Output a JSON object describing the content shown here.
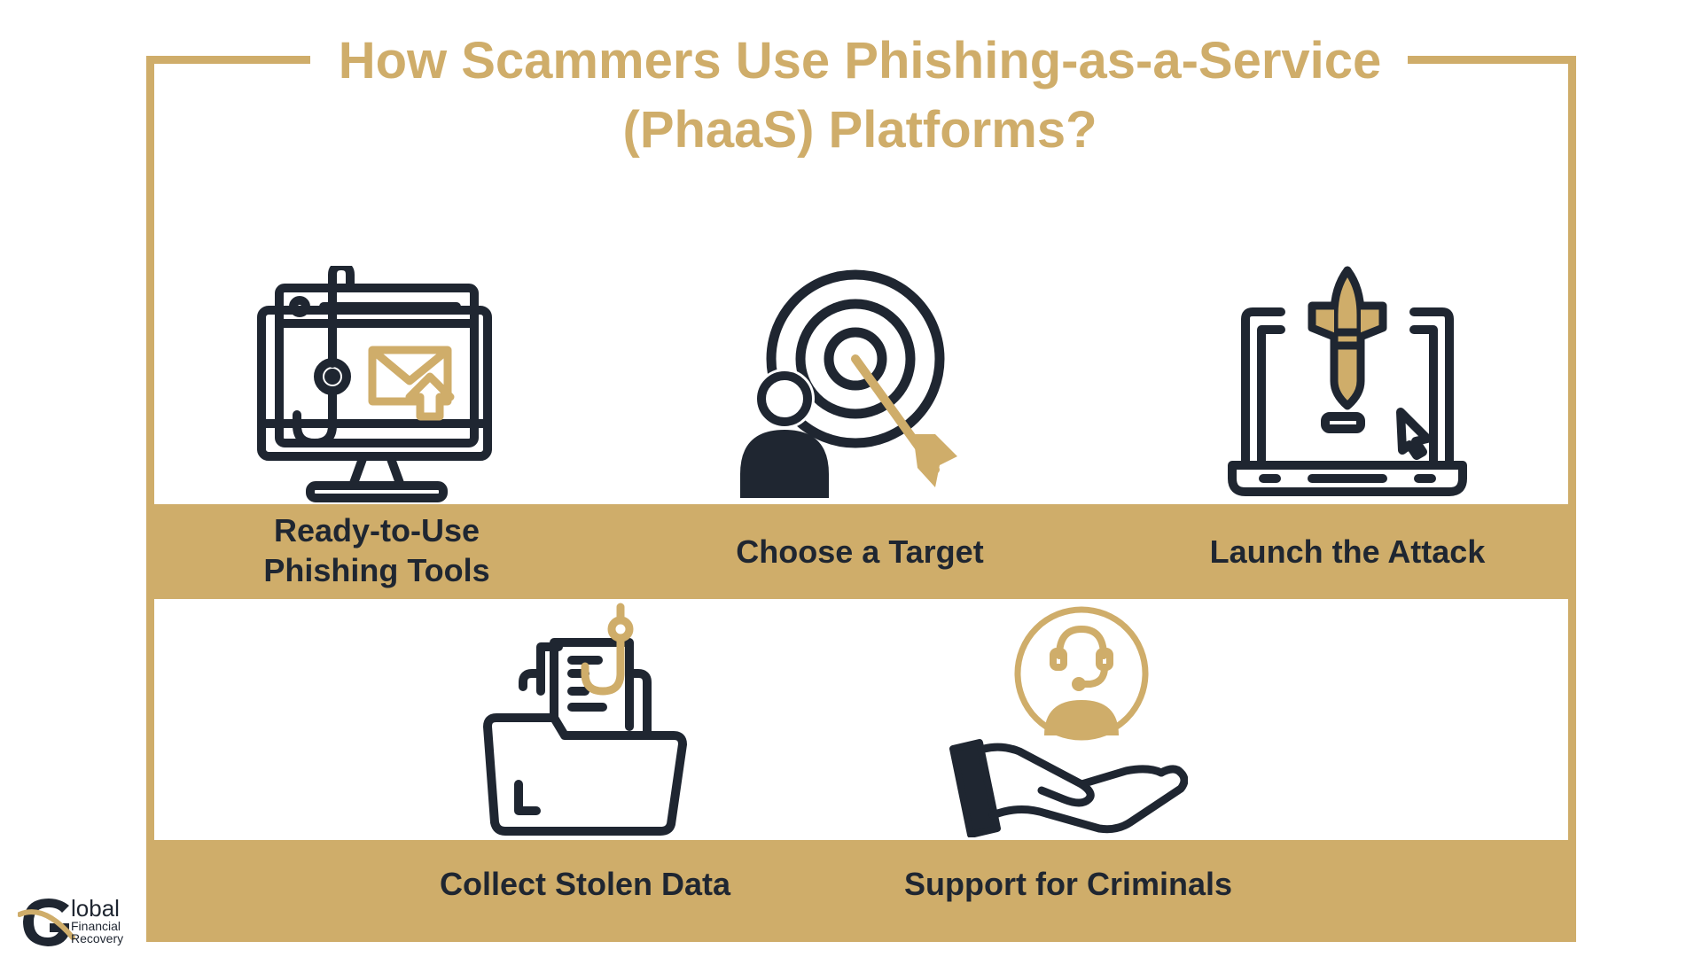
{
  "title": {
    "line1": "How Scammers Use Phishing-as-a-Service",
    "line2": "(PhaaS) Platforms?"
  },
  "steps": [
    {
      "label_line1": "Ready-to-Use",
      "label_line2": "Phishing Tools",
      "icon": "phishing-monitor-icon"
    },
    {
      "label": "Choose a Target",
      "icon": "target-person-icon"
    },
    {
      "label": "Launch the Attack",
      "icon": "laptop-rocket-icon"
    },
    {
      "label": "Collect Stolen Data",
      "icon": "folder-hook-icon"
    },
    {
      "label": "Support for Criminals",
      "icon": "hand-support-agent-icon"
    }
  ],
  "logo": {
    "line1": "lobal",
    "line2": "Financial",
    "line3": "Recovery"
  },
  "colors": {
    "gold": "#cfad6a",
    "dark": "#1f2631",
    "background": "#ffffff"
  }
}
